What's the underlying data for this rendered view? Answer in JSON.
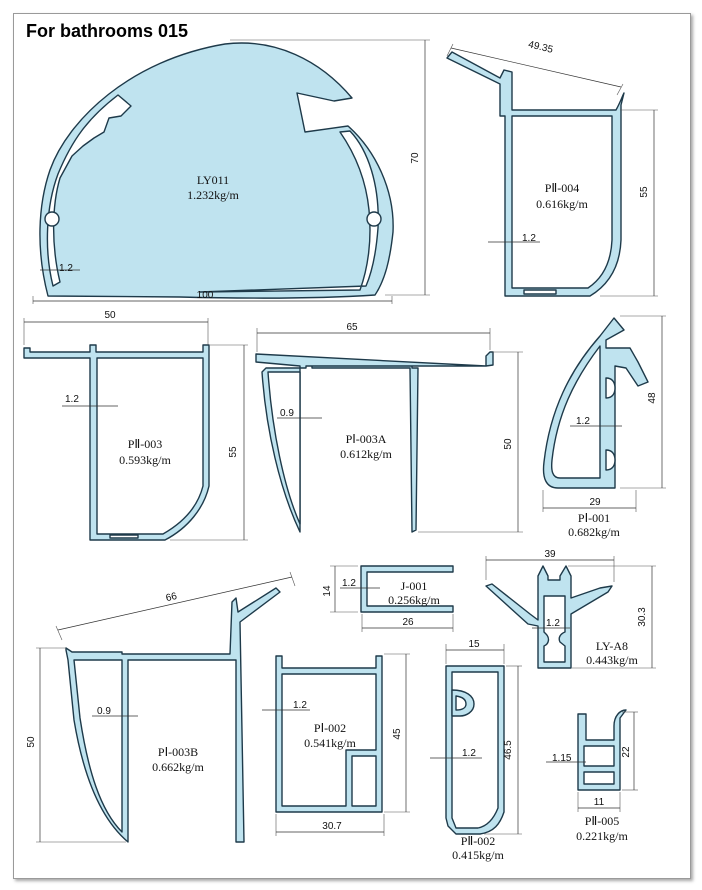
{
  "title": "For bathrooms 015",
  "profiles": {
    "ly011": {
      "code": "LY011",
      "weight": "1.232kg/m",
      "width": "100",
      "height": "70",
      "wall": "1.2"
    },
    "p2_004": {
      "code": "PⅡ-004",
      "weight": "0.616kg/m",
      "top": "49.35",
      "height": "55",
      "wall": "1.2"
    },
    "p2_003": {
      "code": "PⅡ-003",
      "weight": "0.593kg/m",
      "width": "50",
      "height": "55",
      "wall": "1.2"
    },
    "p1_003a": {
      "code": "PⅠ-003A",
      "weight": "0.612kg/m",
      "width": "65",
      "height": "50",
      "wall": "0.9"
    },
    "p1_001": {
      "code": "PⅠ-001",
      "weight": "0.682kg/m",
      "width": "29",
      "height": "48",
      "wall": "1.2"
    },
    "j_001": {
      "code": "J-001",
      "weight": "0.256kg/m",
      "width": "26",
      "height": "14",
      "wall": "1.2"
    },
    "ly_a8": {
      "code": "LY-A8",
      "weight": "0.443kg/m",
      "width": "39",
      "height": "30.3",
      "wall": "1.2"
    },
    "p1_003b": {
      "code": "PⅠ-003B",
      "weight": "0.662kg/m",
      "top": "66",
      "height": "50",
      "wall": "0.9"
    },
    "p1_002": {
      "code": "PⅠ-002",
      "weight": "0.541kg/m",
      "width": "30.7",
      "height": "45",
      "wall": "1.2"
    },
    "p2_002": {
      "code": "PⅡ-002",
      "weight": "0.415kg/m",
      "width": "15",
      "height": "46.5",
      "wall": "1.2"
    },
    "p2_005": {
      "code": "PⅡ-005",
      "weight": "0.221kg/m",
      "width": "11",
      "height": "22",
      "wall": "1.15"
    }
  }
}
